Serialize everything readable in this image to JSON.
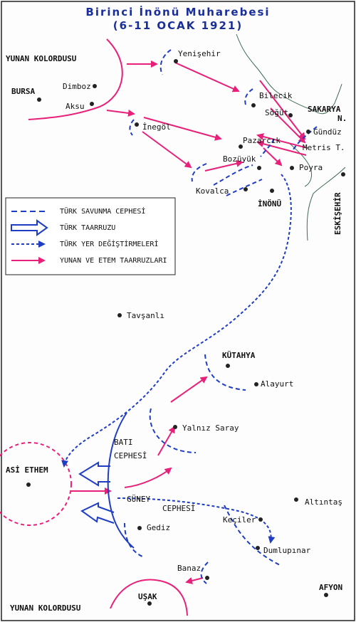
{
  "title": {
    "line1": "Birinci İnönü Muharebesi",
    "line2": "(6-11 OCAK 1921)"
  },
  "legend": {
    "defense_front": "TÜRK SAVUNMA CEPHESİ",
    "turkish_offensive": "TÜRK TAARRUZU",
    "turkish_relocations": "TÜRK YER DEĞİŞTİRMELERİ",
    "greek_etem_offensives": "YUNAN VE ETEM TAARRUZLARI"
  },
  "places": {
    "yunan_kolordusu_north": "YUNAN KOLORDUSU",
    "yunan_kolordusu_south": "YUNAN KOLORDUSU",
    "bursa": "BURSA",
    "dimboz": "Dimboz",
    "aksu": "Aksu",
    "yenisehir": "Yenişehir",
    "bilecik": "Bilecik",
    "sogut": "Söğüt",
    "sakarya": "SAKARYA",
    "sakarya_n": "N.",
    "gunduz": "Gündüz",
    "metris": "Metris T.",
    "inegol": "İnegöl",
    "pazarcik": "Pazarcık",
    "bozuyuk": "Bozüyük",
    "poyra": "Poyra",
    "kovalca": "Kovalca",
    "inonu": "İNÖNÜ",
    "eskisehir": "ESKİŞEHİR",
    "tavsanli": "Tavşanlı",
    "kutahya": "KÜTAHYA",
    "alayurt": "Alayurt",
    "yalniz_saray": "Yalnız Saray",
    "asi_ethem": "ASİ ETHEM",
    "altintas": "Altıntaş",
    "keciler": "Keçiler",
    "gediz": "Gediz",
    "dumlupinar": "Dumlupınar",
    "banaz": "Banaz",
    "usak": "UŞAK",
    "afyon": "AFYON"
  },
  "fronts": {
    "bati_1": "BATI",
    "bati_2": "CEPHESİ",
    "guney_1": "GÜNEY",
    "guney_2": "CEPHESİ"
  },
  "colors": {
    "blue": "#1f3ec4",
    "magenta": "#e8207a",
    "river": "#3f6b52",
    "title": "#1a2f9a",
    "text": "#111111"
  }
}
